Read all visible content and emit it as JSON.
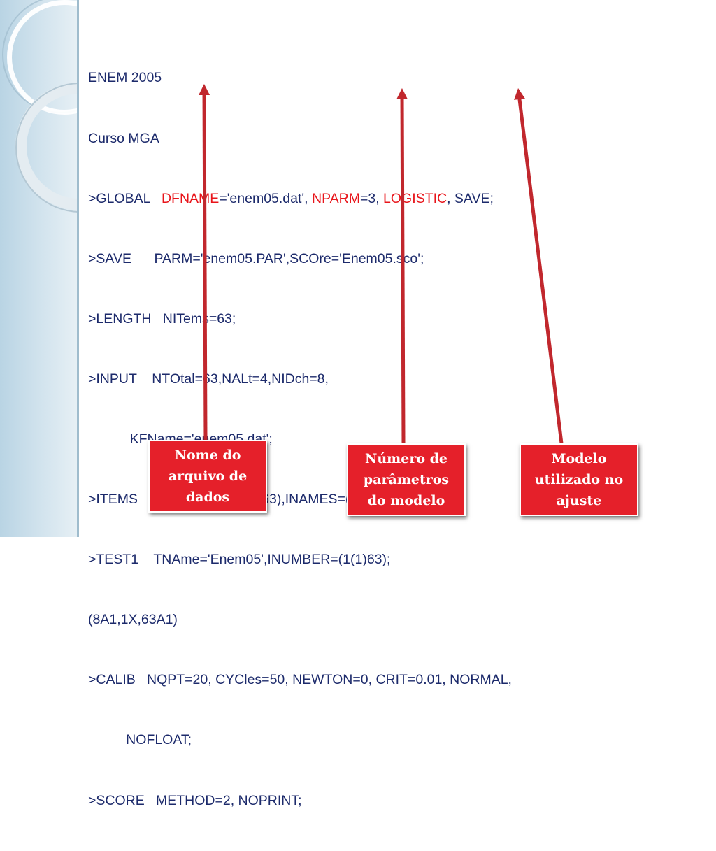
{
  "code": {
    "line1": "ENEM 2005",
    "line2": "Curso MGA",
    "global": {
      "prefix": ">GLOBAL   ",
      "dfname_key": "DFNAME",
      "dfname_val": "='enem05.dat', ",
      "nparm_key": "NPARM",
      "nparm_val": "=3, ",
      "logistic": "LOGISTIC",
      "suffix": ", SAVE;"
    },
    "save": ">SAVE      PARM='enem05.PAR',SCOre='Enem05.sco';",
    "length": ">LENGTH   NITems=63;",
    "input": ">INPUT    NTOtal=63,NALt=4,NIDch=8,",
    "input_cont": "           KFName='enem05.dat';",
    "items": ">ITEMS    INUMBERS=(1(1)63),INAMES=(I01(1)I63);",
    "test1": ">TEST1    TNAme='Enem05',INUMBER=(1(1)63);",
    "format": "(8A1,1X,63A1)",
    "calib": ">CALIB   NQPT=20, CYCles=50, NEWTON=0, CRIT=0.01, NORMAL,",
    "calib_cont": "          NOFLOAT;",
    "score": ">SCORE   METHOD=2, NOPRINT;"
  },
  "labels": {
    "box1": "Nome do arquivo de dados",
    "box2": "Número de parâmetros do modelo",
    "box3": "Modelo utilizado no ajuste"
  },
  "colors": {
    "code_text": "#1c2a6b",
    "highlight": "#e8141a",
    "label_box": "#e5202a",
    "arrow": "#c1272d"
  }
}
